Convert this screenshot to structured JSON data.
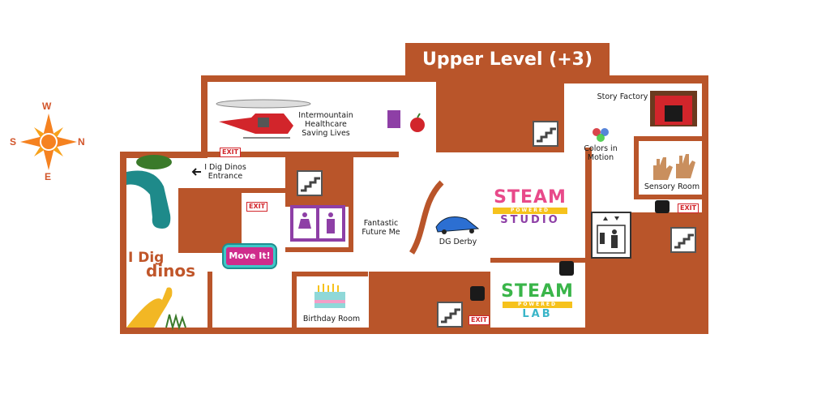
{
  "title": "Upper Level (+3)",
  "compass": {
    "north": "N",
    "south": "S",
    "east": "E",
    "west": "W"
  },
  "rooms": {
    "intermountain": "Intermountain\nHealthcare\nSaving Lives",
    "story_factory": "Story Factory",
    "colors_in_motion": "Colors in\nMotion",
    "sensory_room": "Sensory Room",
    "dig_dinos_entrance": "I Dig Dinos\nEntrance",
    "fantastic_future_me": "Fantastic\nFuture Me",
    "dg_derby": "DG Derby",
    "birthday_room": "Birthday Room"
  },
  "logos": {
    "steam_studio": {
      "top": "STEAM",
      "band": "POWERED",
      "bottom": "STUDIO"
    },
    "steam_lab": {
      "top": "STEAM",
      "band": "POWERED",
      "bottom": "LAB"
    },
    "move_it": "Move It!",
    "dinos_line1": "I Dig",
    "dinos_line2": "dinos"
  },
  "exit_label": "EXIT",
  "colors": {
    "wall": "#b9552a",
    "compass": "#f58220",
    "steam_band": "#f6c21c",
    "restroom": "#8e3fa6"
  }
}
